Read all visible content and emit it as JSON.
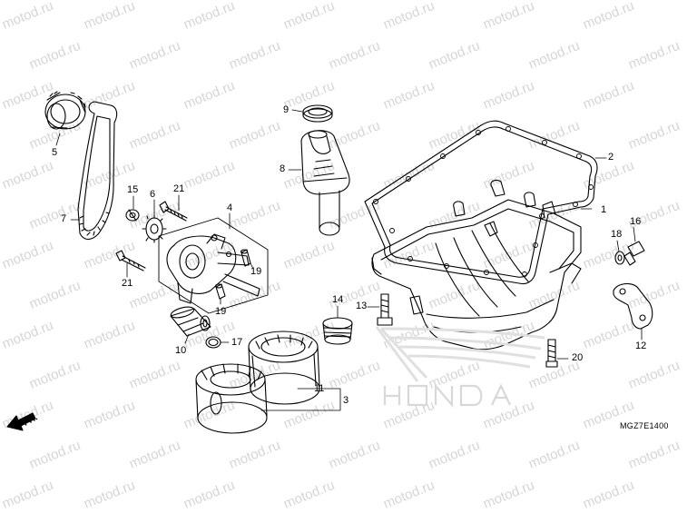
{
  "watermark": "motod.ru",
  "diagram_code": "MGZ7E1400",
  "direction_label": "FR.",
  "brand_logo": "HONDA",
  "callouts": {
    "c1": "1",
    "c2": "2",
    "c3": "3",
    "c4": "4",
    "c5": "5",
    "c6": "6",
    "c7": "7",
    "c8": "8",
    "c9": "9",
    "c10": "10",
    "c11": "11",
    "c12": "12",
    "c13": "13",
    "c14": "14",
    "c15": "15",
    "c16": "16",
    "c17": "17",
    "c18": "18",
    "c19a": "19",
    "c19b": "19",
    "c20": "20",
    "c21a": "21",
    "c21b": "21"
  }
}
